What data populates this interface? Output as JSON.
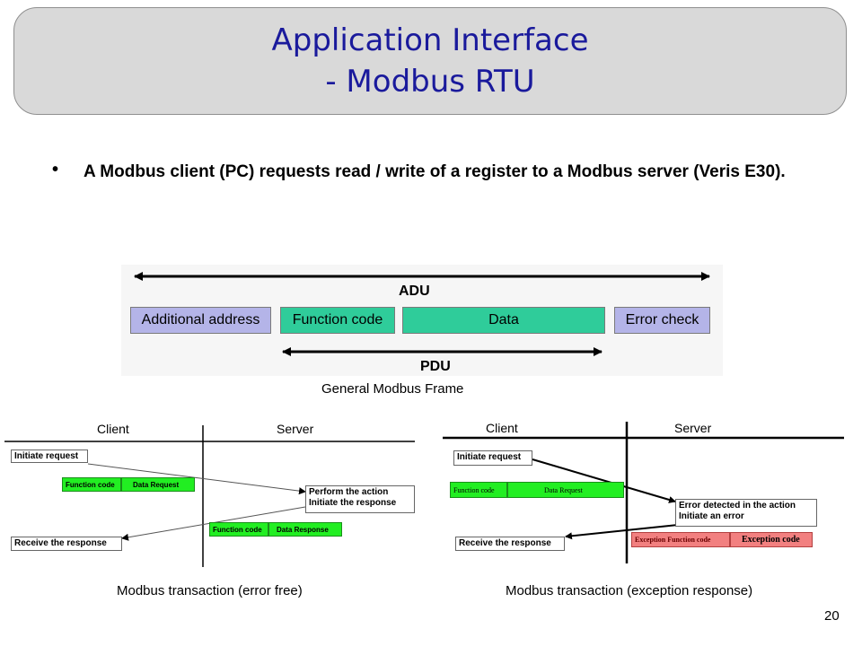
{
  "title": {
    "line1": "Application Interface",
    "line2": "- Modbus RTU"
  },
  "bullet": {
    "symbol": "•",
    "text": "A Modbus client (PC) requests read / write of a register to a Modbus server (Veris E30)."
  },
  "frame": {
    "adu_label": "ADU",
    "pdu_label": "PDU",
    "fields": [
      "Additional address",
      "Function code",
      "Data",
      "Error check"
    ],
    "caption": "General Modbus Frame",
    "colors": {
      "address": "#b4b4e8",
      "function": "#2fcc9a",
      "data": "#2fcc9a",
      "error": "#b4b4e8"
    }
  },
  "transaction_ok": {
    "client": "Client",
    "server": "Server",
    "initiate": "Initiate request",
    "fc": "Function code",
    "data_request": "Data Request",
    "perform_1": "Perform the action",
    "perform_2": "Initiate the response",
    "fc2": "Function code",
    "data_response": "Data Response",
    "receive": "Receive the response",
    "caption": "Modbus transaction (error free)"
  },
  "transaction_err": {
    "client": "Client",
    "server": "Server",
    "initiate": "Initiate request",
    "fc": "Function code",
    "data_request": "Data Request",
    "error_1": "Error detected in the action",
    "error_2": "Initiate an error",
    "exc_fc": "Exception Function code",
    "exc_code": "Exception code",
    "receive": "Receive the response",
    "caption": "Modbus transaction (exception response)"
  },
  "page_number": "20"
}
